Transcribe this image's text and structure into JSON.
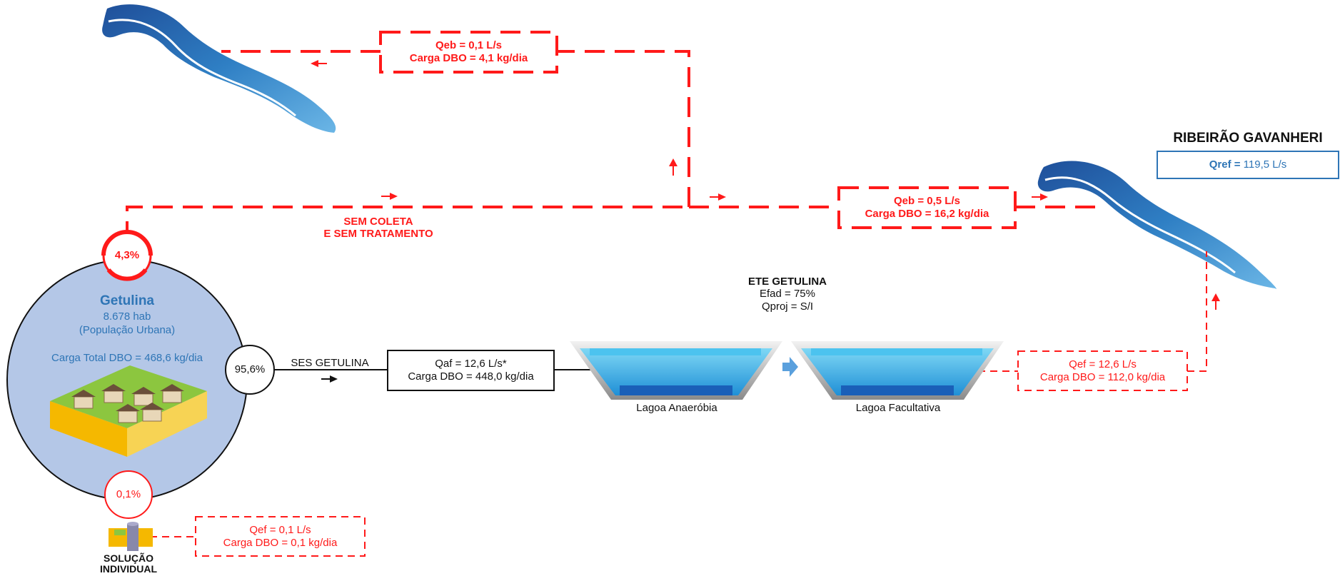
{
  "colors": {
    "red": "#ff1a1a",
    "blue": "#2e75b6",
    "circle_fill": "#b4c7e7"
  },
  "rivers": {
    "top_left": "river-icon",
    "right": "river-icon"
  },
  "river_right": {
    "name": "RIBEIRÃO GAVANHERI",
    "qref_label": "Qref =",
    "qref_value": "119,5 L/s"
  },
  "branch_top": {
    "line1": "Qeb = 0,1 L/s",
    "line2": "Carga DBO = 4,1 kg/dia"
  },
  "branch_middle": {
    "line1": "Qeb = 0,5 L/s",
    "line2": "Carga DBO = 16,2 kg/dia"
  },
  "sem_coleta": {
    "line1": "SEM COLETA",
    "line2": "E SEM TRATAMENTO"
  },
  "city": {
    "name": "Getulina",
    "population": "8.678 hab",
    "population_type": "(População Urbana)",
    "total_load": "Carga Total DBO = 468,6 kg/dia",
    "pct_no_collection": "4,3%",
    "pct_ses": "95,6%",
    "pct_individual": "0,1%"
  },
  "ses": {
    "label": "SES GETULINA",
    "line1": "Qaf = 12,6 L/s*",
    "line2": "Carga DBO = 448,0 kg/dia"
  },
  "ete": {
    "title": "ETE GETULINA",
    "efad": "Efad = 75%",
    "qproj": "Qproj = S/I"
  },
  "lagoons": {
    "anaerobic": "Lagoa Anaeróbia",
    "facultative": "Lagoa Facultativa"
  },
  "effluent": {
    "line1": "Qef = 12,6 L/s",
    "line2": "Carga DBO = 112,0 kg/dia"
  },
  "individual": {
    "line1": "Qef = 0,1 L/s",
    "line2": "Carga DBO = 0,1 kg/dia",
    "label1": "SOLUÇÃO",
    "label2": "INDIVIDUAL"
  }
}
